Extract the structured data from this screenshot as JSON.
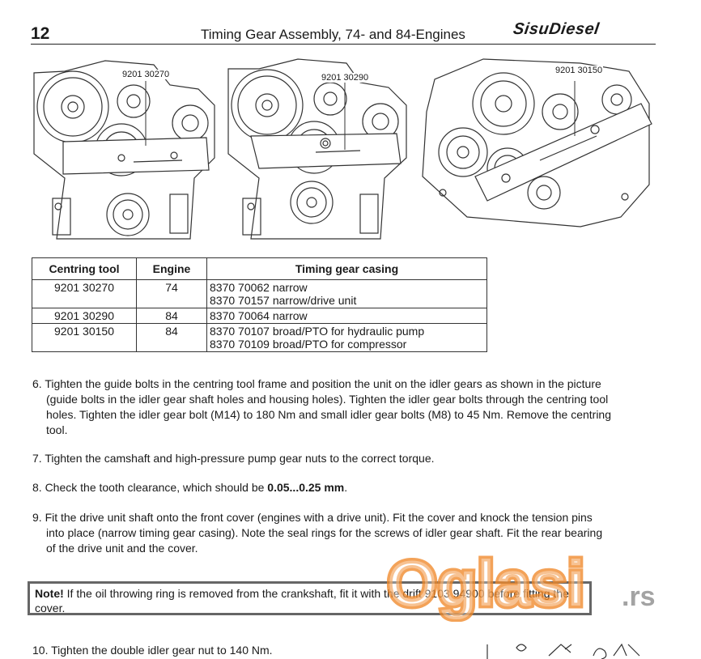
{
  "header": {
    "page_number": "12",
    "title": "Timing Gear Assembly, 74- and 84-Engines",
    "brand": "SisuDiesel"
  },
  "figures": [
    {
      "tool_label": "9201 30270"
    },
    {
      "tool_label": "9201 30290"
    },
    {
      "tool_label": "9201 30150"
    }
  ],
  "table": {
    "headers": [
      "Centring tool",
      "Engine",
      "Timing gear casing"
    ],
    "rows": [
      {
        "tool": "9201 30270",
        "engine": "74",
        "casing": [
          "8370 70062 narrow",
          "8370 70157 narrow/drive unit"
        ]
      },
      {
        "tool": "9201 30290",
        "engine": "84",
        "casing": [
          "8370 70064 narrow"
        ]
      },
      {
        "tool": "9201 30150",
        "engine": "84",
        "casing": [
          "8370 70107 broad/PTO for hydraulic pump",
          "8370 70109 broad/PTO for compressor"
        ]
      }
    ]
  },
  "steps": {
    "s6": "6. Tighten the guide bolts in the centring tool frame and position the unit on the idler gears as shown in the picture (guide bolts in the idler gear shaft holes and housing holes). Tighten the idler gear bolts through the centring tool holes. Tighten the idler gear bolt (M14) to 180 Nm and small idler gear bolts (M8) to 45 Nm. Remove the centring tool.",
    "s7": "7. Tighten the camshaft and high-pressure pump gear nuts to the correct torque.",
    "s8_pre": "8. Check the tooth clearance, which should be ",
    "s8_bold": "0.05...0.25 mm",
    "s8_post": ".",
    "s9": "9. Fit the drive unit shaft onto the front cover (engines with a drive unit). Fit the cover and knock the tension pins into place (narrow timing gear casing). Note the seal rings for the screws of idler gear shaft. Fit the rear bearing of the drive unit and the cover.",
    "s10": "10. Tighten the double idler gear nut to 140 Nm."
  },
  "note": {
    "label": "Note!",
    "text": " If the oil throwing ring is removed from the crankshaft, fit it with the drift 9103 94900 before fitting the cover."
  },
  "watermark": {
    "text": "Oglasi",
    "suffix": ".rs",
    "color": "#f0892a"
  }
}
